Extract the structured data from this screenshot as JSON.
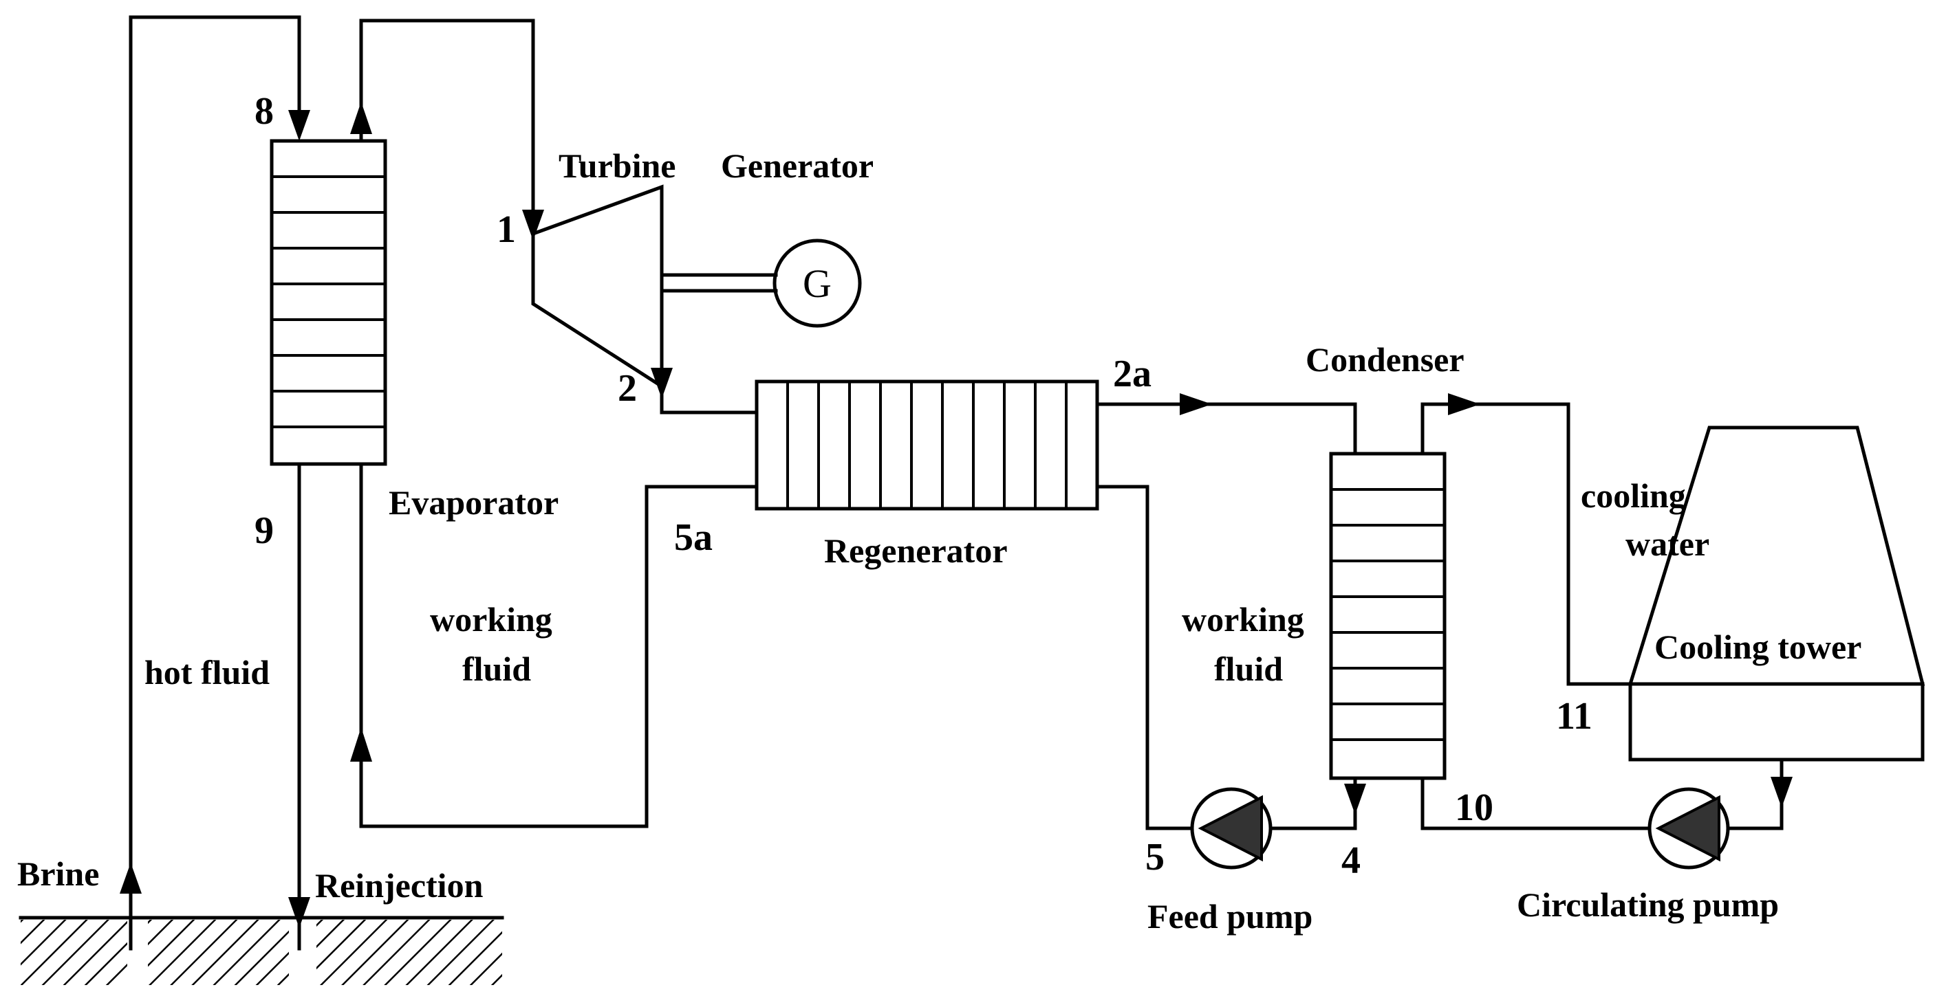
{
  "labels": {
    "turbine": "Turbine",
    "generator": "Generator",
    "generator_symbol": "G",
    "evaporator": "Evaporator",
    "regenerator": "Regenerator",
    "condenser": "Condenser",
    "cooling_water_line1": "cooling",
    "cooling_water_line2": "water",
    "cooling_tower": "Cooling tower",
    "working_fluid_left_line1": "working",
    "working_fluid_left_line2": "fluid",
    "working_fluid_right_line1": "working",
    "working_fluid_right_line2": "fluid",
    "hot_fluid": "hot fluid",
    "brine": "Brine",
    "reinjection": "Reinjection",
    "feed_pump": "Feed pump",
    "circulating_pump": "Circulating pump"
  },
  "states": {
    "s1": "1",
    "s2": "2",
    "s2a": "2a",
    "s4": "4",
    "s5": "5",
    "s5a": "5a",
    "s8": "8",
    "s9": "9",
    "s10": "10",
    "s11": "11"
  }
}
